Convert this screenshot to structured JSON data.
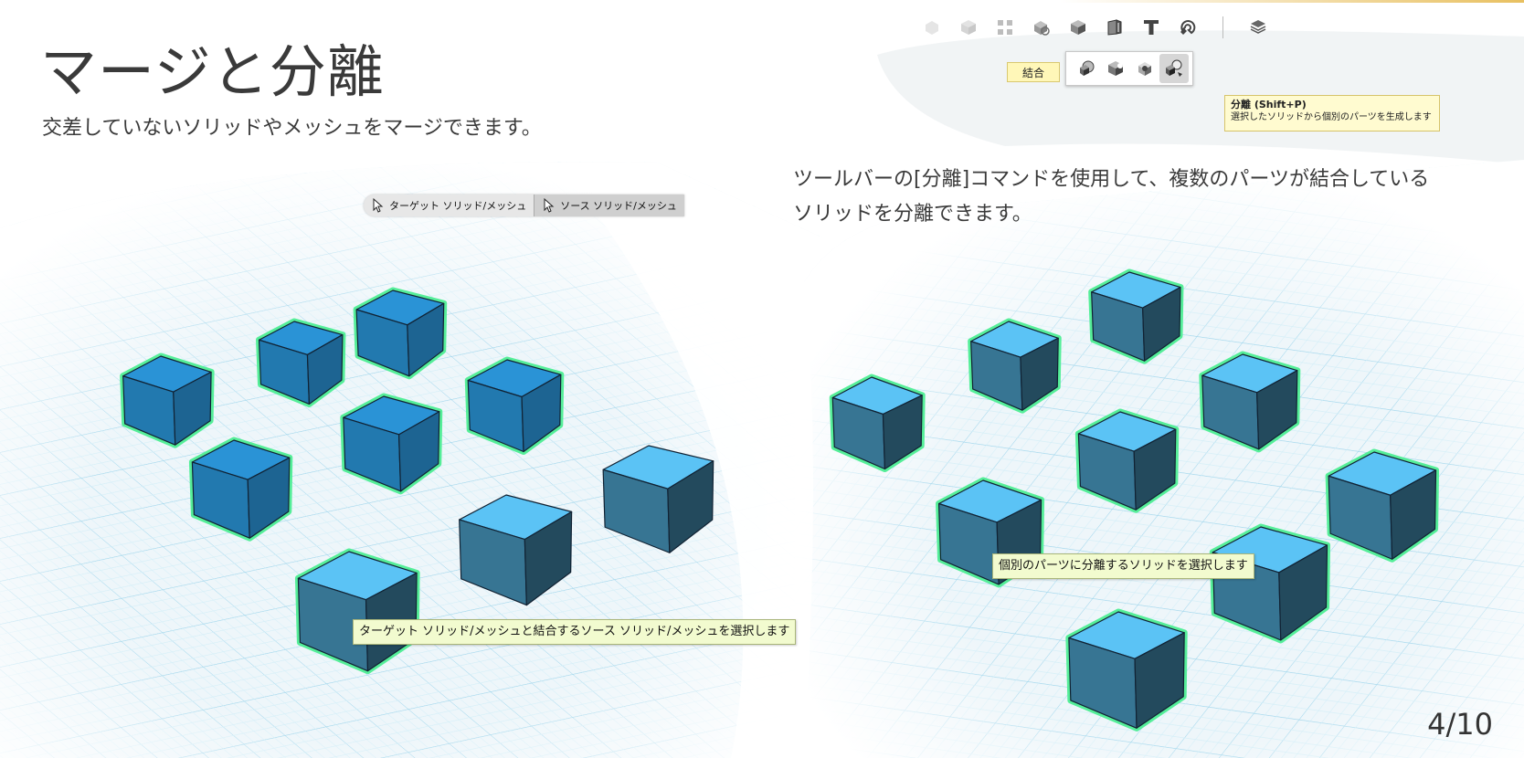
{
  "slide": {
    "title": "マージと分離",
    "subtitle": "交差していないソリッドやメッシュをマージできます。",
    "right_description": "ツールバーの[分離]コマンドを使用して、複数のパーツが結合しているソリッドを分離できます。",
    "page_number": "4/10"
  },
  "toolbar": {
    "combine_label": "結合",
    "tooltip_title": "分離 (Shift+P)",
    "tooltip_desc": "選択したソリッドから個別のパーツを生成します"
  },
  "left_viewport": {
    "target_button": "ターゲット ソリッド/メッシュ",
    "source_button": "ソース ソリッド/メッシュ",
    "hint": "ターゲット ソリッド/メッシュと結合するソース ソリッド/メッシュを選択します"
  },
  "right_viewport": {
    "hint": "個別のパーツに分離するソリッドを選択します"
  },
  "colors": {
    "cube_selected_top": "#2a93d6",
    "cube_source_top": "#5bc3f5",
    "selection_glow": "#55ee99",
    "grid_line": "#a8dcef"
  }
}
